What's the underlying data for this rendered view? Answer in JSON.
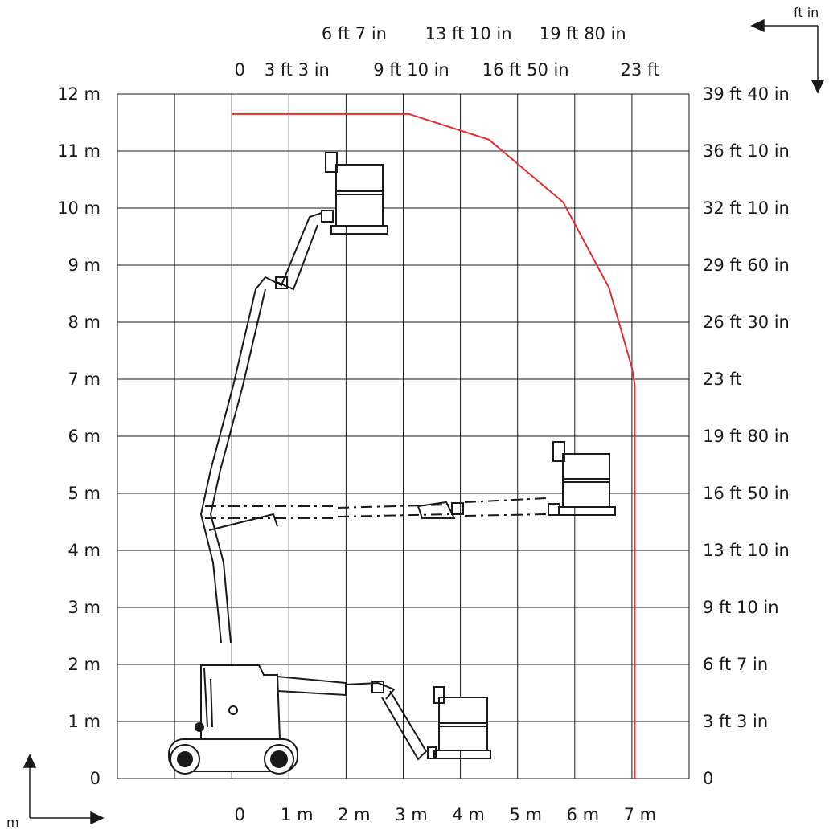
{
  "chart_data": {
    "type": "reach-envelope",
    "grid": true,
    "left_axis": {
      "unit": "m",
      "tick_labels": [
        "0",
        "1 m",
        "2 m",
        "3 m",
        "4 m",
        "5 m",
        "6 m",
        "7 m",
        "8 m",
        "9 m",
        "10 m",
        "11 m",
        "12 m"
      ]
    },
    "right_axis": {
      "unit": "ft in",
      "tick_labels": [
        "0",
        "3 ft 3 in",
        "6 ft 7 in",
        "9 ft 10 in",
        "13 ft 10 in",
        "16 ft 50 in",
        "19 ft 80 in",
        "23 ft",
        "26 ft 30 in",
        "29 ft 60 in",
        "32 ft 10 in",
        "36 ft 10 in",
        "39 ft 40 in"
      ]
    },
    "bottom_axis": {
      "tick_labels": [
        "0",
        "1 m",
        "2 m",
        "3 m",
        "4 m",
        "5 m",
        "6 m",
        "7 m"
      ]
    },
    "top_axis": {
      "row1_tick_labels": [
        "6 ft 7 in",
        "13 ft 10 in",
        "19 ft 80 in"
      ],
      "row2_tick_labels": [
        "0",
        "3 ft 3 in",
        "9 ft 10 in",
        "16 ft 50 in",
        "23 ft"
      ]
    },
    "xlim": [
      -2,
      8
    ],
    "ylim": [
      0,
      12
    ],
    "envelope": {
      "color": "#e03030",
      "points": [
        [
          0,
          11.65
        ],
        [
          3.1,
          11.65
        ],
        [
          4.5,
          11.2
        ],
        [
          5.8,
          10.1
        ],
        [
          6.6,
          8.6
        ],
        [
          7.0,
          7.2
        ],
        [
          7.05,
          6.9
        ],
        [
          7.05,
          0
        ]
      ]
    },
    "machine_color": "#1a1a1a"
  }
}
